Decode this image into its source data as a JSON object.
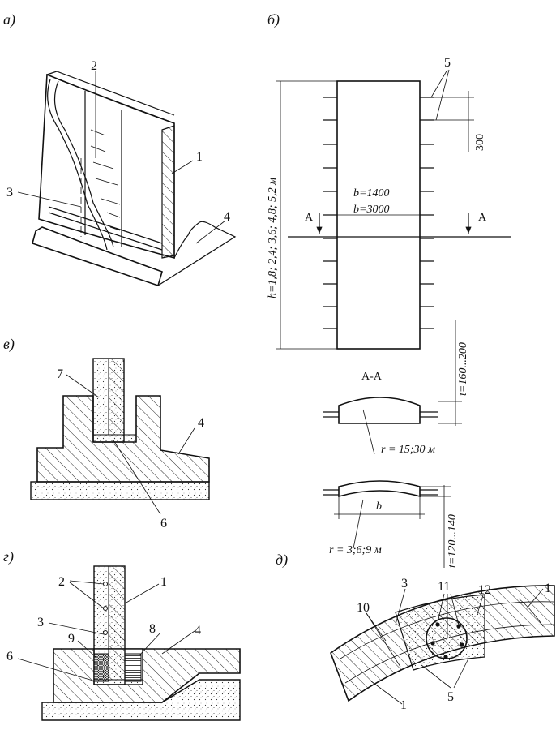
{
  "panels": {
    "a": "а)",
    "b": "б)",
    "v": "в)",
    "g": "г)",
    "d": "д)"
  },
  "callouts": {
    "a": [
      "2",
      "3",
      "1",
      "4"
    ],
    "b": [
      "5"
    ],
    "v": [
      "7",
      "4",
      "6"
    ],
    "g": [
      "2",
      "1",
      "3",
      "4",
      "9",
      "8",
      "6"
    ],
    "d": [
      "3",
      "11",
      "12",
      "1",
      "10",
      "1",
      "5"
    ]
  },
  "elevation": {
    "dim_top": "300",
    "width_1": "b=1400",
    "width_2": "b=3000",
    "height": "h=1,8; 2,4; 3,6; 4,8; 5,2 м",
    "section_mark": "А",
    "thickness_1": "t=160...200"
  },
  "section": {
    "title": "А-А",
    "radius_1": "r = 15;30 м",
    "width": "b",
    "radius_2": "r = 3;6;9 м",
    "thickness_2": "t=120...140"
  },
  "colors": {
    "ink": "#111111",
    "background": "#ffffff"
  }
}
